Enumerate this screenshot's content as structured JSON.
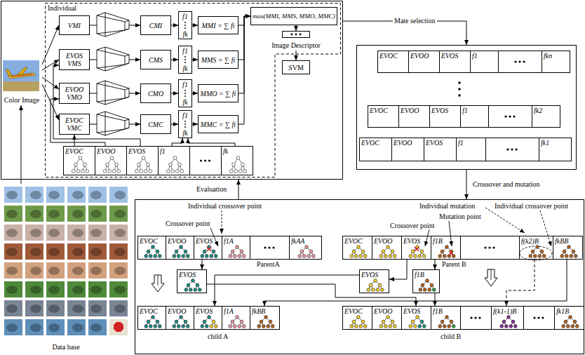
{
  "diagram": {
    "nodes": [
      {
        "text": []
      },
      {
        "text": [
          "Individual"
        ],
        "in": 0
      },
      {
        "text": [
          "Color Image"
        ],
        "in": 0
      },
      {
        "text": [
          "VMI"
        ],
        "in": 1
      },
      {
        "text": [
          "CMI"
        ],
        "in": 1
      },
      {
        "text": [
          "f1",
          "fk"
        ],
        "in": 1
      },
      {
        "text": [
          "MMI = ∑ fi"
        ],
        "in": 1
      },
      {
        "text": [
          "EVOS",
          "VMS"
        ],
        "in": 1
      },
      {
        "text": [
          "CMS"
        ],
        "in": 1
      },
      {
        "text": [
          "f1",
          "fk"
        ],
        "in": 1
      },
      {
        "text": [
          "MMS = ∑ fi"
        ],
        "in": 1
      },
      {
        "text": [
          "EVOO",
          "VMO"
        ],
        "in": 1
      },
      {
        "text": [
          "CMO"
        ],
        "in": 1
      },
      {
        "text": [
          "f1",
          "fk"
        ],
        "in": 1
      },
      {
        "text": [
          "MMO = ∑ fi"
        ],
        "in": 1
      },
      {
        "text": [
          "EVOC",
          "VMC"
        ],
        "in": 1
      },
      {
        "text": [
          "CMC"
        ],
        "in": 1
      },
      {
        "text": [
          "f1",
          "fk"
        ],
        "in": 1
      },
      {
        "text": [
          "MMC = ∑ fi"
        ],
        "in": 1
      },
      {
        "text": [
          "max(MMI, MMS, MMO, MMC)"
        ],
        "in": 1
      },
      {
        "text": [
          "Image Descriptor"
        ],
        "in": 1
      },
      {
        "text": [
          "SVM"
        ],
        "in": 0
      },
      {
        "text": [
          "EVOC"
        ],
        "in": 1
      },
      {
        "text": [
          "EVOO"
        ],
        "in": 1
      },
      {
        "text": [
          "EVOS"
        ],
        "in": 1
      },
      {
        "text": [
          "f1"
        ],
        "in": 1
      },
      {
        "text": [
          "fk"
        ],
        "in": 1
      },
      {
        "text": [
          "Data base"
        ]
      },
      {
        "text": []
      },
      {
        "text": [
          "EVOC"
        ],
        "in": 28
      },
      {
        "text": [
          "EVOO"
        ],
        "in": 28
      },
      {
        "text": [
          "EVOS"
        ],
        "in": 28
      },
      {
        "text": [
          "f1"
        ],
        "in": 28
      },
      {
        "text": [
          "fkn"
        ],
        "in": 28
      },
      {
        "text": [
          "EVOC"
        ],
        "in": 28
      },
      {
        "text": [
          "EVOO"
        ],
        "in": 28
      },
      {
        "text": [
          "EVOS"
        ],
        "in": 28
      },
      {
        "text": [
          "f1"
        ],
        "in": 28
      },
      {
        "text": [
          "fk2"
        ],
        "in": 28
      },
      {
        "text": [
          "EVOC"
        ],
        "in": 28
      },
      {
        "text": [
          "EVOO"
        ],
        "in": 28
      },
      {
        "text": [
          "EVOS"
        ],
        "in": 28
      },
      {
        "text": [
          "f1"
        ],
        "in": 28
      },
      {
        "text": [
          "fk1"
        ],
        "in": 28
      },
      {
        "text": []
      },
      {
        "text": [
          "EVOC"
        ],
        "in": 44
      },
      {
        "text": [
          "EVOO"
        ],
        "in": 44
      },
      {
        "text": [
          "EVOS"
        ],
        "in": 44
      },
      {
        "text": [
          "f1A"
        ],
        "in": 44
      },
      {
        "text": [
          "fkAA"
        ],
        "in": 44
      },
      {
        "text": [
          "EVOC"
        ],
        "in": 44
      },
      {
        "text": [
          "EVOO"
        ],
        "in": 44
      },
      {
        "text": [
          "EVOS"
        ],
        "in": 44
      },
      {
        "text": [
          "f1B"
        ],
        "in": 44
      },
      {
        "text": [
          "f(k2)B"
        ],
        "in": 44
      },
      {
        "text": [
          "fkBB"
        ],
        "in": 44
      },
      {
        "text": [
          "EVOS"
        ],
        "in": 44
      },
      {
        "text": [
          "EVOS"
        ],
        "in": 44
      },
      {
        "text": [
          "f1B"
        ],
        "in": 44
      },
      {
        "text": [
          "EVOC"
        ],
        "in": 44
      },
      {
        "text": [
          "EVOO"
        ],
        "in": 44
      },
      {
        "text": [
          "EVOS"
        ],
        "in": 44
      },
      {
        "text": [
          "f1A"
        ],
        "in": 44
      },
      {
        "text": [
          "fkBB"
        ],
        "in": 44
      },
      {
        "text": [
          "EVOC"
        ],
        "in": 44
      },
      {
        "text": [
          "EVOO"
        ],
        "in": 44
      },
      {
        "text": [
          "EVOS"
        ],
        "in": 44
      },
      {
        "text": [
          "f1B"
        ],
        "in": 44
      },
      {
        "text": [
          "f(k1-1)B"
        ],
        "in": 44
      },
      {
        "text": [
          "fk1B"
        ],
        "in": 44
      }
    ],
    "edges": [
      {
        "from": 27,
        "to": 2,
        "arrow": "to"
      },
      {
        "from": 2,
        "to": 3,
        "arrow": "to"
      },
      {
        "from": 2,
        "to": 7,
        "arrow": "to"
      },
      {
        "from": 2,
        "to": 11,
        "arrow": "to"
      },
      {
        "from": 2,
        "to": 15,
        "arrow": "to"
      },
      {
        "from": 3,
        "to": 4,
        "arrow": "to"
      },
      {
        "from": 4,
        "to": 5,
        "arrow": "to"
      },
      {
        "from": 5,
        "to": 6,
        "arrow": "to"
      },
      {
        "from": 6,
        "to": 19,
        "arrow": "to"
      },
      {
        "from": 7,
        "to": 8,
        "arrow": "to"
      },
      {
        "from": 8,
        "to": 9,
        "arrow": "to"
      },
      {
        "from": 9,
        "to": 10,
        "arrow": "to"
      },
      {
        "from": 10,
        "to": 19,
        "arrow": "to"
      },
      {
        "from": 11,
        "to": 12,
        "arrow": "to"
      },
      {
        "from": 12,
        "to": 13,
        "arrow": "to"
      },
      {
        "from": 13,
        "to": 14,
        "arrow": "to"
      },
      {
        "from": 14,
        "to": 19,
        "arrow": "to"
      },
      {
        "from": 15,
        "to": 16,
        "arrow": "to"
      },
      {
        "from": 16,
        "to": 17,
        "arrow": "to"
      },
      {
        "from": 17,
        "to": 18,
        "arrow": "to"
      },
      {
        "from": 18,
        "to": 19,
        "arrow": "to"
      },
      {
        "from": 19,
        "to": 20,
        "arrow": "to"
      },
      {
        "from": 20,
        "to": 21,
        "arrow": "to"
      },
      {
        "from": 22,
        "to": 15,
        "arrow": "to"
      },
      {
        "from": 23,
        "to": 11,
        "arrow": "to"
      },
      {
        "from": 24,
        "to": 7,
        "arrow": "to"
      },
      {
        "from": 25,
        "to": 17,
        "arrow": "to"
      },
      {
        "from": 26,
        "to": 17,
        "arrow": "to"
      },
      {
        "from": 0,
        "to": 28,
        "label": "Mate selection",
        "arrow": "to"
      },
      {
        "from": 28,
        "to": 44,
        "label": "Crossover and mutation",
        "arrow": "to"
      },
      {
        "from": 44,
        "to": 0,
        "label": "Evaluation",
        "arrow": "to"
      },
      {
        "from": 47,
        "to": 56,
        "arrow": "to"
      },
      {
        "from": 56,
        "to": 66,
        "arrow": "to"
      },
      {
        "from": 52,
        "to": 57,
        "arrow": "to"
      },
      {
        "from": 57,
        "to": 61,
        "arrow": "to"
      },
      {
        "from": 53,
        "to": 58,
        "arrow": "to"
      },
      {
        "from": 58,
        "to": 67,
        "arrow": "to"
      },
      {
        "from": 55,
        "to": 63,
        "arrow": "to"
      },
      {
        "from": 54,
        "to": 68,
        "arrow": "to"
      }
    ],
    "labels": [
      "Individual crossover point",
      "Crossover point",
      "ParentA",
      "Individual mutation",
      "Mutation point",
      "Crossover point",
      "Individual crossover point",
      "Parent B",
      "child A",
      "child B"
    ]
  }
}
